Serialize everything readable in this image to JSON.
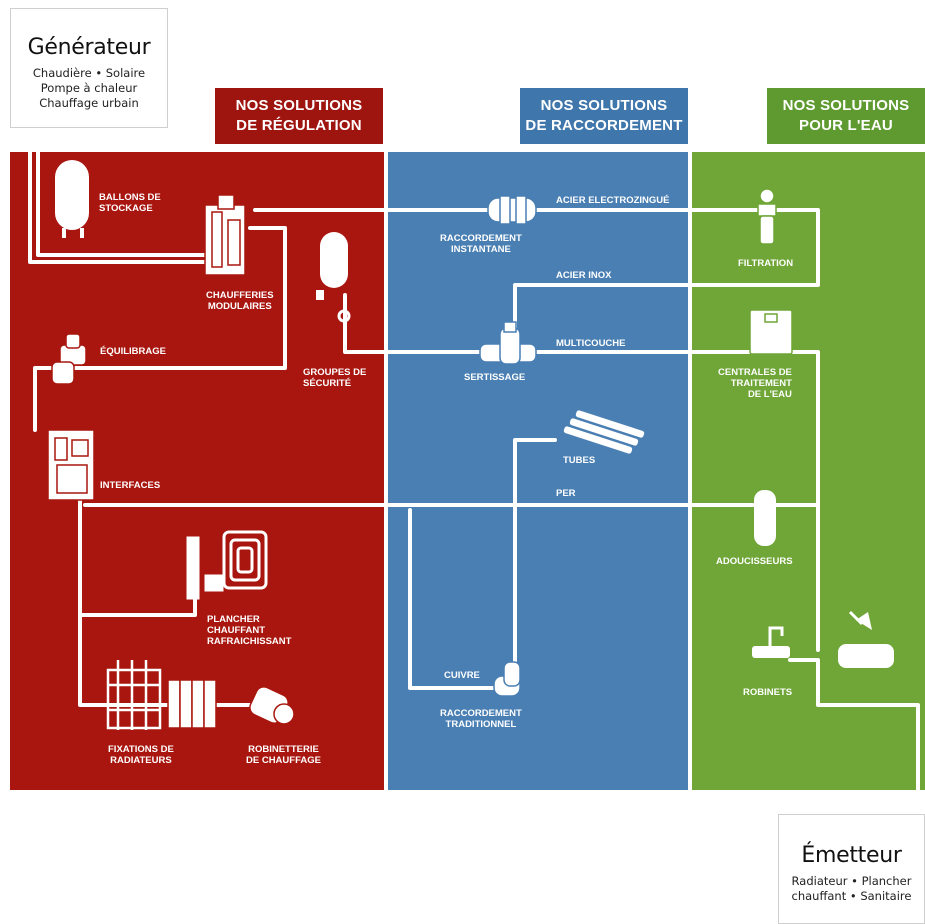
{
  "generator": {
    "title": "Générateur",
    "lines": [
      "Chaudière • Solaire",
      "Pompe à chaleur",
      "Chauffage urbain"
    ]
  },
  "emitter": {
    "title": "Émetteur",
    "lines": [
      "Radiateur • Plancher",
      "chauffant • Sanitaire"
    ]
  },
  "headers": {
    "regulation": [
      "NOS SOLUTIONS",
      "DE RÉGULATION"
    ],
    "raccordement": [
      "NOS SOLUTIONS",
      "DE RACCORDEMENT"
    ],
    "eau": [
      "NOS SOLUTIONS",
      "POUR L'EAU"
    ]
  },
  "colors": {
    "regulation": "#a8160f",
    "raccordement": "#4a7fb3",
    "eau": "#6fa637",
    "header_red": "#9e1510",
    "header_blue": "#3f76ab",
    "header_green": "#5e9a2f",
    "pipe": "#ffffff"
  },
  "labels": {
    "ballons": [
      "BALLONS DE",
      "STOCKAGE"
    ],
    "chaufferies": [
      "CHAUFFERIES",
      "MODULAIRES"
    ],
    "equilibrage": [
      "ÉQUILIBRAGE"
    ],
    "groupes": [
      "GROUPES DE",
      "SÉCURITÉ"
    ],
    "interfaces": [
      "INTERFACES"
    ],
    "plancher": [
      "PLANCHER",
      "CHAUFFANT",
      "RAFRAICHISSANT"
    ],
    "fixations": [
      "FIXATIONS DE",
      "RADIATEURS"
    ],
    "robinetterie": [
      "ROBINETTERIE",
      "DE CHAUFFAGE"
    ],
    "raccordement_instantane": [
      "RACCORDEMENT",
      "INSTANTANE"
    ],
    "acier_electro": [
      "ACIER ELECTROZINGUÉ"
    ],
    "acier_inox": [
      "ACIER INOX"
    ],
    "multicouche": [
      "MULTICOUCHE"
    ],
    "sertissage": [
      "SERTISSAGE"
    ],
    "tubes": [
      "TUBES"
    ],
    "per": [
      "PER"
    ],
    "cuivre": [
      "CUIVRE"
    ],
    "raccordement_traditionnel": [
      "RACCORDEMENT",
      "TRADITIONNEL"
    ],
    "filtration": [
      "FILTRATION"
    ],
    "centrales": [
      "CENTRALES DE",
      "TRAITEMENT",
      "DE L'EAU"
    ],
    "adoucisseurs": [
      "ADOUCISSEURS"
    ],
    "robinets": [
      "ROBINETS"
    ]
  },
  "icons": [
    "tank-icon",
    "boiler-module-icon",
    "expansion-vessel-icon",
    "valve-icon",
    "interface-unit-icon",
    "floor-heating-icon",
    "radiator-icon",
    "fitting-icon",
    "coupling-icon",
    "press-fitting-icon",
    "tubes-icon",
    "elbow-icon",
    "filter-icon",
    "treatment-unit-icon",
    "softener-icon",
    "sink-icon",
    "bathtub-icon"
  ]
}
